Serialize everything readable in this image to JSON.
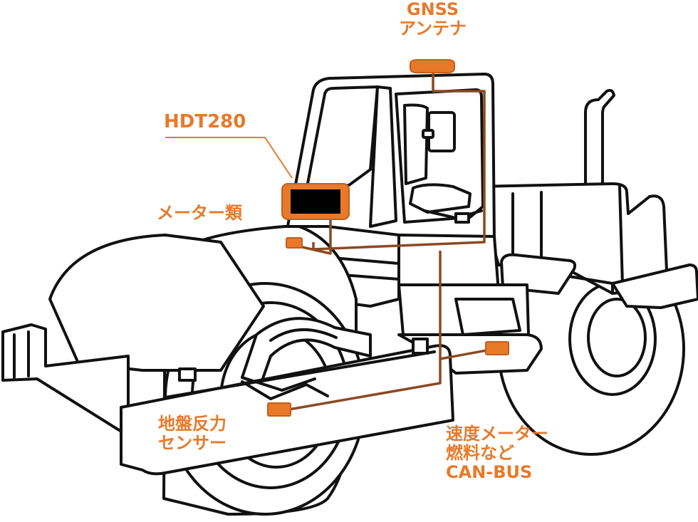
{
  "labels": {
    "gnss_line1": "GNSS",
    "gnss_line2": "アンテナ",
    "hdt": "HDT280",
    "meter": "メーター類",
    "soil_line1": "地盤反力",
    "soil_line2": "センサー",
    "can_line1": "速度メーター",
    "can_line2": "燃料など",
    "can_line3": "CAN-BUS"
  },
  "colors": {
    "accent": "#e8792a",
    "wire": "#8a4a22",
    "outline": "#111111",
    "screen": "#000000"
  }
}
